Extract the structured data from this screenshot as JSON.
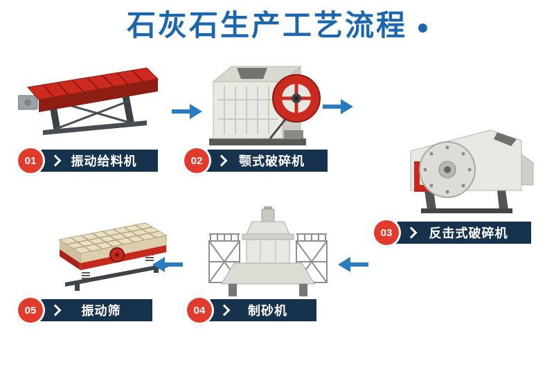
{
  "title": {
    "text": "石灰石生产工艺流程"
  },
  "icons": {
    "title_dot": "filled-circle",
    "banner_chevron": "chevron-right",
    "flow_arrow_right": "arrow-right",
    "flow_arrow_left": "arrow-left"
  },
  "colors": {
    "title_blue": "#1b67ae",
    "arrow_blue": "#2a7cc0",
    "badge_red": "#e23b2e",
    "banner_navy": "#17324d",
    "machine_red": "#cc2a1e",
    "bg": "#ffffff"
  },
  "steps": [
    {
      "number": "01",
      "label": "振动给料机",
      "machine": "vibrating-feeder"
    },
    {
      "number": "02",
      "label": "颚式破碎机",
      "machine": "jaw-crusher"
    },
    {
      "number": "03",
      "label": "反击式破碎机",
      "machine": "impact-crusher"
    },
    {
      "number": "04",
      "label": "制砂机",
      "machine": "sand-making-machine"
    },
    {
      "number": "05",
      "label": "振动筛",
      "machine": "vibrating-screen"
    }
  ]
}
